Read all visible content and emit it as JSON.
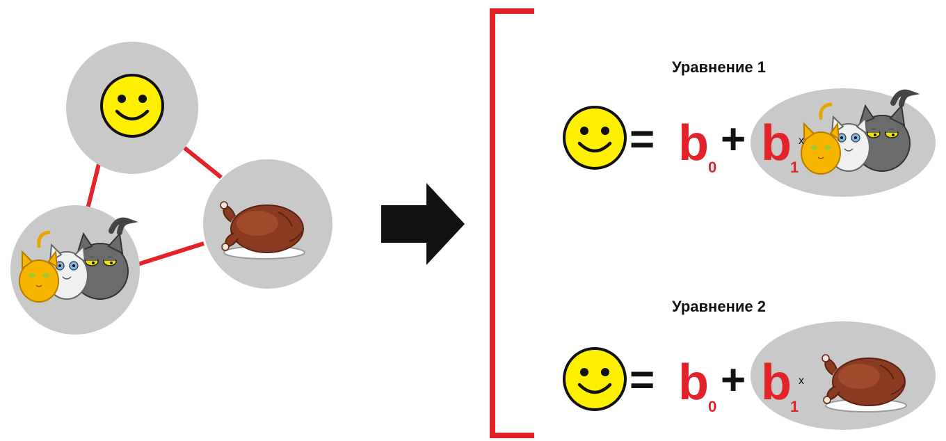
{
  "equations": [
    {
      "title": "Уравнение 1",
      "equals": "=",
      "b0_letter": "b",
      "b0_sub": "0",
      "plus": "+",
      "b1_letter": "b",
      "b1_sub": "1",
      "times": "x",
      "predictor_icon": "cats-icon"
    },
    {
      "title": "Уравнение 2",
      "equals": "=",
      "b0_letter": "b",
      "b0_sub": "0",
      "plus": "+",
      "b1_letter": "b",
      "b1_sub": "1",
      "times": "x",
      "predictor_icon": "roast-chicken-icon"
    }
  ],
  "network": {
    "nodes": [
      "smiley-icon",
      "cats-icon",
      "roast-chicken-icon"
    ],
    "edge_color": "#e3232a"
  },
  "colors": {
    "accent_red": "#e3232a",
    "node_gray": "#c9c9c9",
    "smiley_yellow": "#ffef00",
    "arrow_black": "#111111"
  }
}
